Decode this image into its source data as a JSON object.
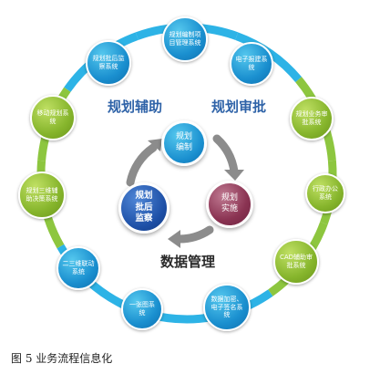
{
  "colors": {
    "ring_blue": "#2db3e6",
    "ring_green": "#8dc63f",
    "node_blue": "#1a8fcf",
    "node_green": "#86b52c",
    "inner_maroon": "#8a3352",
    "inner_navy": "#1d4fa6",
    "section_blue": "#2f63a8",
    "arrow_gray": "#8c8c8c"
  },
  "nodes": [
    {
      "label": "规划编制项目管理系统"
    },
    {
      "label": "电子报建系统"
    },
    {
      "label": "规划业务审批系统"
    },
    {
      "label": "行政办公系统"
    },
    {
      "label": "CAD辅助审批系统"
    },
    {
      "label": "数据加密、电子签名系统"
    },
    {
      "label": "一张图系统"
    },
    {
      "label": "二三维联动系统"
    },
    {
      "label": "规划三维辅助决策系统"
    },
    {
      "label": "移动规划系统"
    },
    {
      "label": "规划批后监察系统"
    }
  ],
  "inner": {
    "bianzhi": "规划编制",
    "shishi": "规划实施",
    "jiancha": "规划批后监察"
  },
  "sections": {
    "assist": "规划辅助",
    "approve": "规划审批",
    "data": "数据管理"
  },
  "caption": "图 5 业务流程信息化"
}
